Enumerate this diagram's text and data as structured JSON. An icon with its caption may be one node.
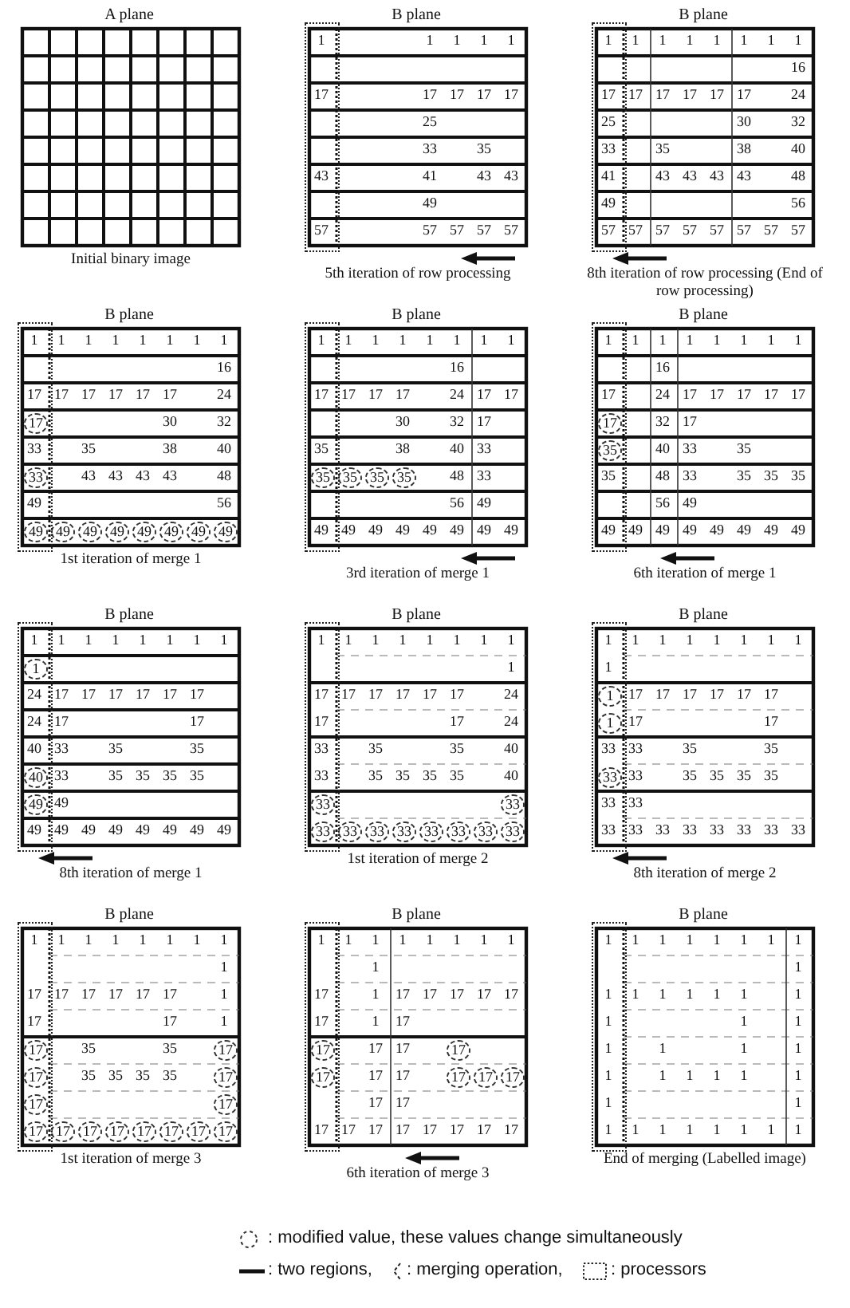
{
  "diagram": {
    "labels": [
      "A plane",
      "Initial binary image",
      "B plane",
      "1",
      "1",
      "1",
      "1",
      "1",
      "17",
      "17",
      "17",
      "17",
      "17",
      "25",
      "33",
      "35",
      "43",
      "41",
      "43",
      "43",
      "49",
      "57",
      "57",
      "57",
      "57",
      "57",
      "5th iteration of row processing",
      "B plane",
      "1",
      "1",
      "1",
      "1",
      "1",
      "1",
      "1",
      "1",
      "16",
      "17",
      "17",
      "17",
      "17",
      "17",
      "17",
      "24",
      "25",
      "30",
      "32",
      "33",
      "35",
      "38",
      "40",
      "41",
      "43",
      "43",
      "43",
      "43",
      "48",
      "49",
      "56",
      "57",
      "57",
      "57",
      "57",
      "57",
      "57",
      "57",
      "57",
      "8th iteration of row processing (End of row processing)",
      "B plane",
      "1",
      "1",
      "1",
      "1",
      "1",
      "1",
      "1",
      "1",
      "16",
      "17",
      "17",
      "17",
      "17",
      "17",
      "17",
      "24",
      "17",
      "30",
      "32",
      "33",
      "35",
      "38",
      "40",
      "33",
      "43",
      "43",
      "43",
      "43",
      "48",
      "49",
      "56",
      "49",
      "49",
      "49",
      "49",
      "49",
      "49",
      "49",
      "49",
      "1st iteration of merge 1",
      "B plane",
      "1",
      "1",
      "1",
      "1",
      "1",
      "1",
      "1",
      "1",
      "16",
      "17",
      "17",
      "17",
      "17",
      "24",
      "17",
      "17",
      "30",
      "32",
      "17",
      "35",
      "38",
      "40",
      "33",
      "35",
      "35",
      "35",
      "35",
      "48",
      "33",
      "56",
      "49",
      "49",
      "49",
      "49",
      "49",
      "49",
      "49",
      "49",
      "49",
      "3rd iteration of merge 1",
      "B plane",
      "1",
      "1",
      "1",
      "1",
      "1",
      "1",
      "1",
      "1",
      "16",
      "17",
      "24",
      "17",
      "17",
      "17",
      "17",
      "17",
      "17",
      "32",
      "17",
      "35",
      "40",
      "33",
      "35",
      "35",
      "48",
      "33",
      "35",
      "35",
      "35",
      "56",
      "49",
      "49",
      "49",
      "49",
      "49",
      "49",
      "49",
      "49",
      "49",
      "6th iteration of merge 1",
      "B plane",
      "1",
      "1",
      "1",
      "1",
      "1",
      "1",
      "1",
      "1",
      "1",
      "24",
      "17",
      "17",
      "17",
      "17",
      "17",
      "17",
      "24",
      "17",
      "17",
      "40",
      "33",
      "35",
      "35",
      "40",
      "33",
      "35",
      "35",
      "35",
      "35",
      "49",
      "49",
      "49",
      "49",
      "49",
      "49",
      "49",
      "49",
      "49",
      "49",
      "8th iteration of merge 1",
      "B plane",
      "1",
      "1",
      "1",
      "1",
      "1",
      "1",
      "1",
      "1",
      "1",
      "17",
      "17",
      "17",
      "17",
      "17",
      "17",
      "24",
      "17",
      "17",
      "24",
      "33",
      "35",
      "35",
      "40",
      "33",
      "35",
      "35",
      "35",
      "35",
      "40",
      "33",
      "33",
      "33",
      "33",
      "33",
      "33",
      "33",
      "33",
      "33",
      "33",
      "1st iteration of merge 2",
      "B plane",
      "1",
      "1",
      "1",
      "1",
      "1",
      "1",
      "1",
      "1",
      "1",
      "1",
      "17",
      "17",
      "17",
      "17",
      "17",
      "17",
      "1",
      "17",
      "17",
      "33",
      "33",
      "35",
      "35",
      "33",
      "33",
      "35",
      "35",
      "35",
      "35",
      "33",
      "33",
      "33",
      "33",
      "33",
      "33",
      "33",
      "33",
      "33",
      "33",
      "8th iteration of merge 2",
      "B plane",
      "1",
      "1",
      "1",
      "1",
      "1",
      "1",
      "1",
      "1",
      "1",
      "17",
      "17",
      "17",
      "17",
      "17",
      "17",
      "1",
      "17",
      "17",
      "1",
      "17",
      "35",
      "35",
      "17",
      "17",
      "35",
      "35",
      "35",
      "35",
      "17",
      "17",
      "17",
      "17",
      "17",
      "17",
      "17",
      "17",
      "17",
      "17",
      "17",
      "1st iteration of merge 3",
      "B plane",
      "1",
      "1",
      "1",
      "1",
      "1",
      "1",
      "1",
      "1",
      "1",
      "17",
      "1",
      "17",
      "17",
      "17",
      "17",
      "17",
      "17",
      "1",
      "17",
      "17",
      "17",
      "17",
      "17",
      "17",
      "17",
      "17",
      "17",
      "17",
      "17",
      "17",
      "17",
      "17",
      "17",
      "17",
      "17",
      "17",
      "17",
      "17",
      "17",
      "6th iteration of merge 3",
      "B plane",
      "1",
      "1",
      "1",
      "1",
      "1",
      "1",
      "1",
      "1",
      "1",
      "1",
      "1",
      "1",
      "1",
      "1",
      "1",
      "1",
      "1",
      "1",
      "1",
      "1",
      "1",
      "1",
      "1",
      "1",
      "1",
      "1",
      "1",
      "1",
      "1",
      "1",
      "1",
      "1",
      "1",
      "1",
      "1",
      "1",
      "1",
      "1",
      "1",
      "End of merging (Labelled image)"
    ],
    "legend": [
      {
        "text": ": modified value, these values change simultaneously"
      },
      {
        "text": ": two regions,"
      },
      {
        "text": ": merging operation,"
      },
      {
        "text": ": processors"
      }
    ]
  }
}
